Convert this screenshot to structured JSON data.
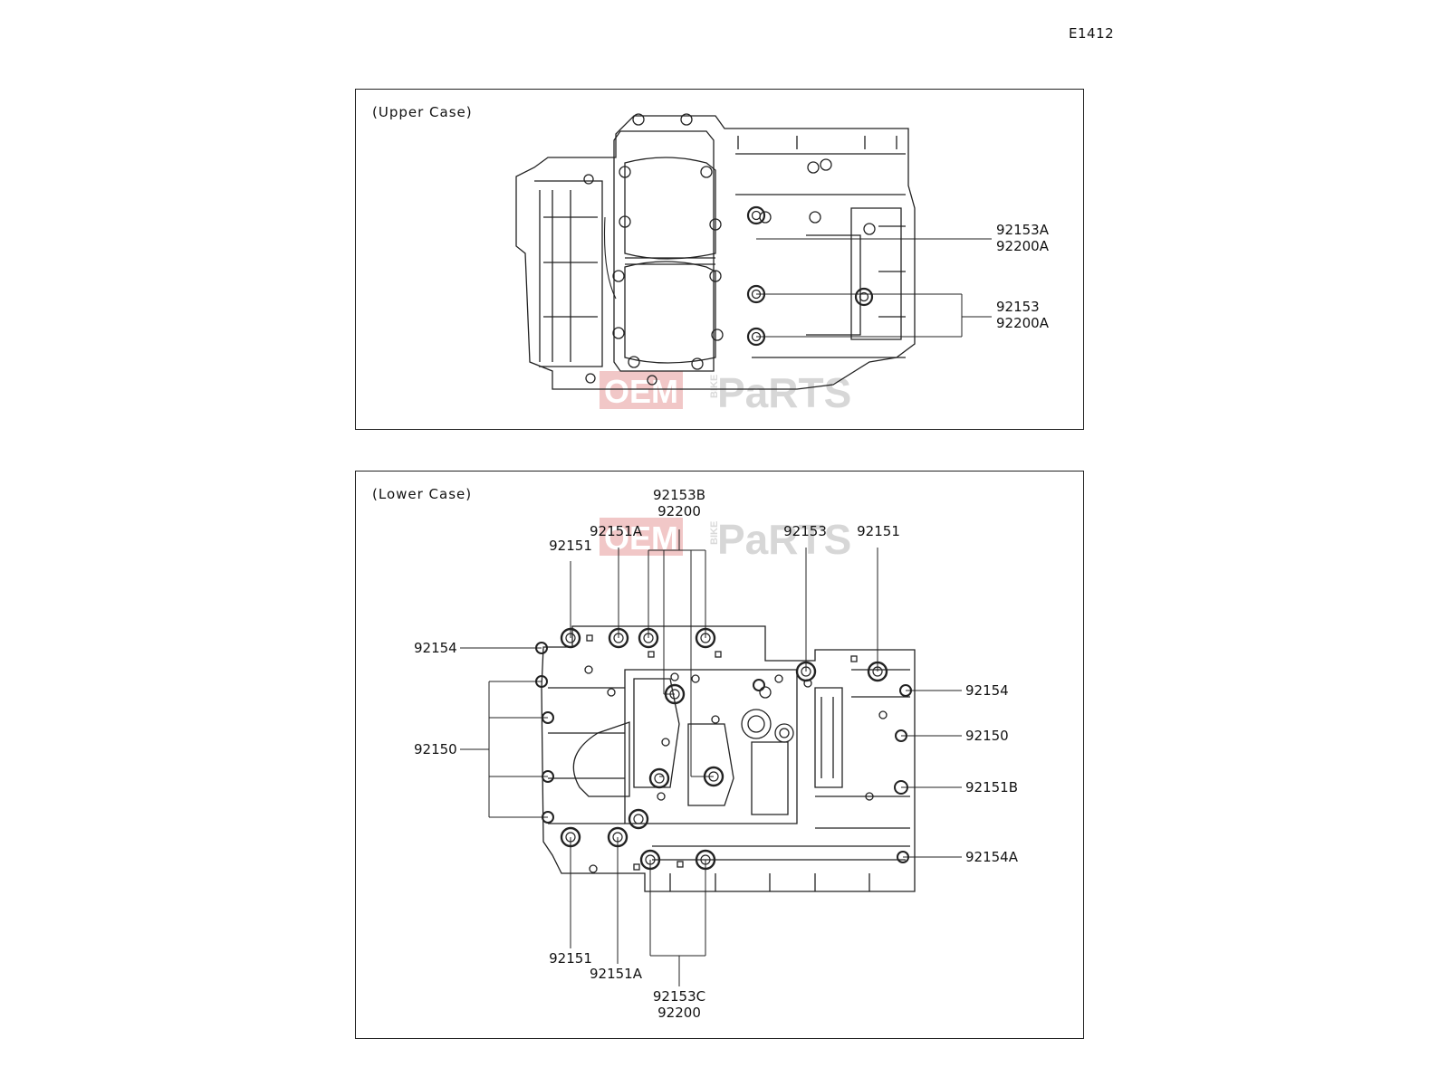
{
  "diagram_code": "E1412",
  "watermark": {
    "left": "OEM",
    "middle": "BIKE",
    "right": "PaRTS"
  },
  "upper_case": {
    "title": "(Upper Case)",
    "callouts": [
      {
        "lines": [
          "92153A",
          "92200A"
        ]
      },
      {
        "lines": [
          "92153",
          "92200A"
        ]
      }
    ]
  },
  "lower_case": {
    "title": "(Lower Case)",
    "callouts": [
      {
        "lines": [
          "92153B",
          "92200"
        ]
      },
      {
        "lines": [
          "92151A"
        ]
      },
      {
        "lines": [
          "92151"
        ]
      },
      {
        "lines": [
          "92153"
        ]
      },
      {
        "lines": [
          "92151"
        ]
      },
      {
        "lines": [
          "92154"
        ]
      },
      {
        "lines": [
          "92150"
        ]
      },
      {
        "lines": [
          "92154"
        ]
      },
      {
        "lines": [
          "92150"
        ]
      },
      {
        "lines": [
          "92151B"
        ]
      },
      {
        "lines": [
          "92154A"
        ]
      },
      {
        "lines": [
          "92151"
        ]
      },
      {
        "lines": [
          "92151A"
        ]
      },
      {
        "lines": [
          "92153C",
          "92200"
        ]
      }
    ]
  }
}
